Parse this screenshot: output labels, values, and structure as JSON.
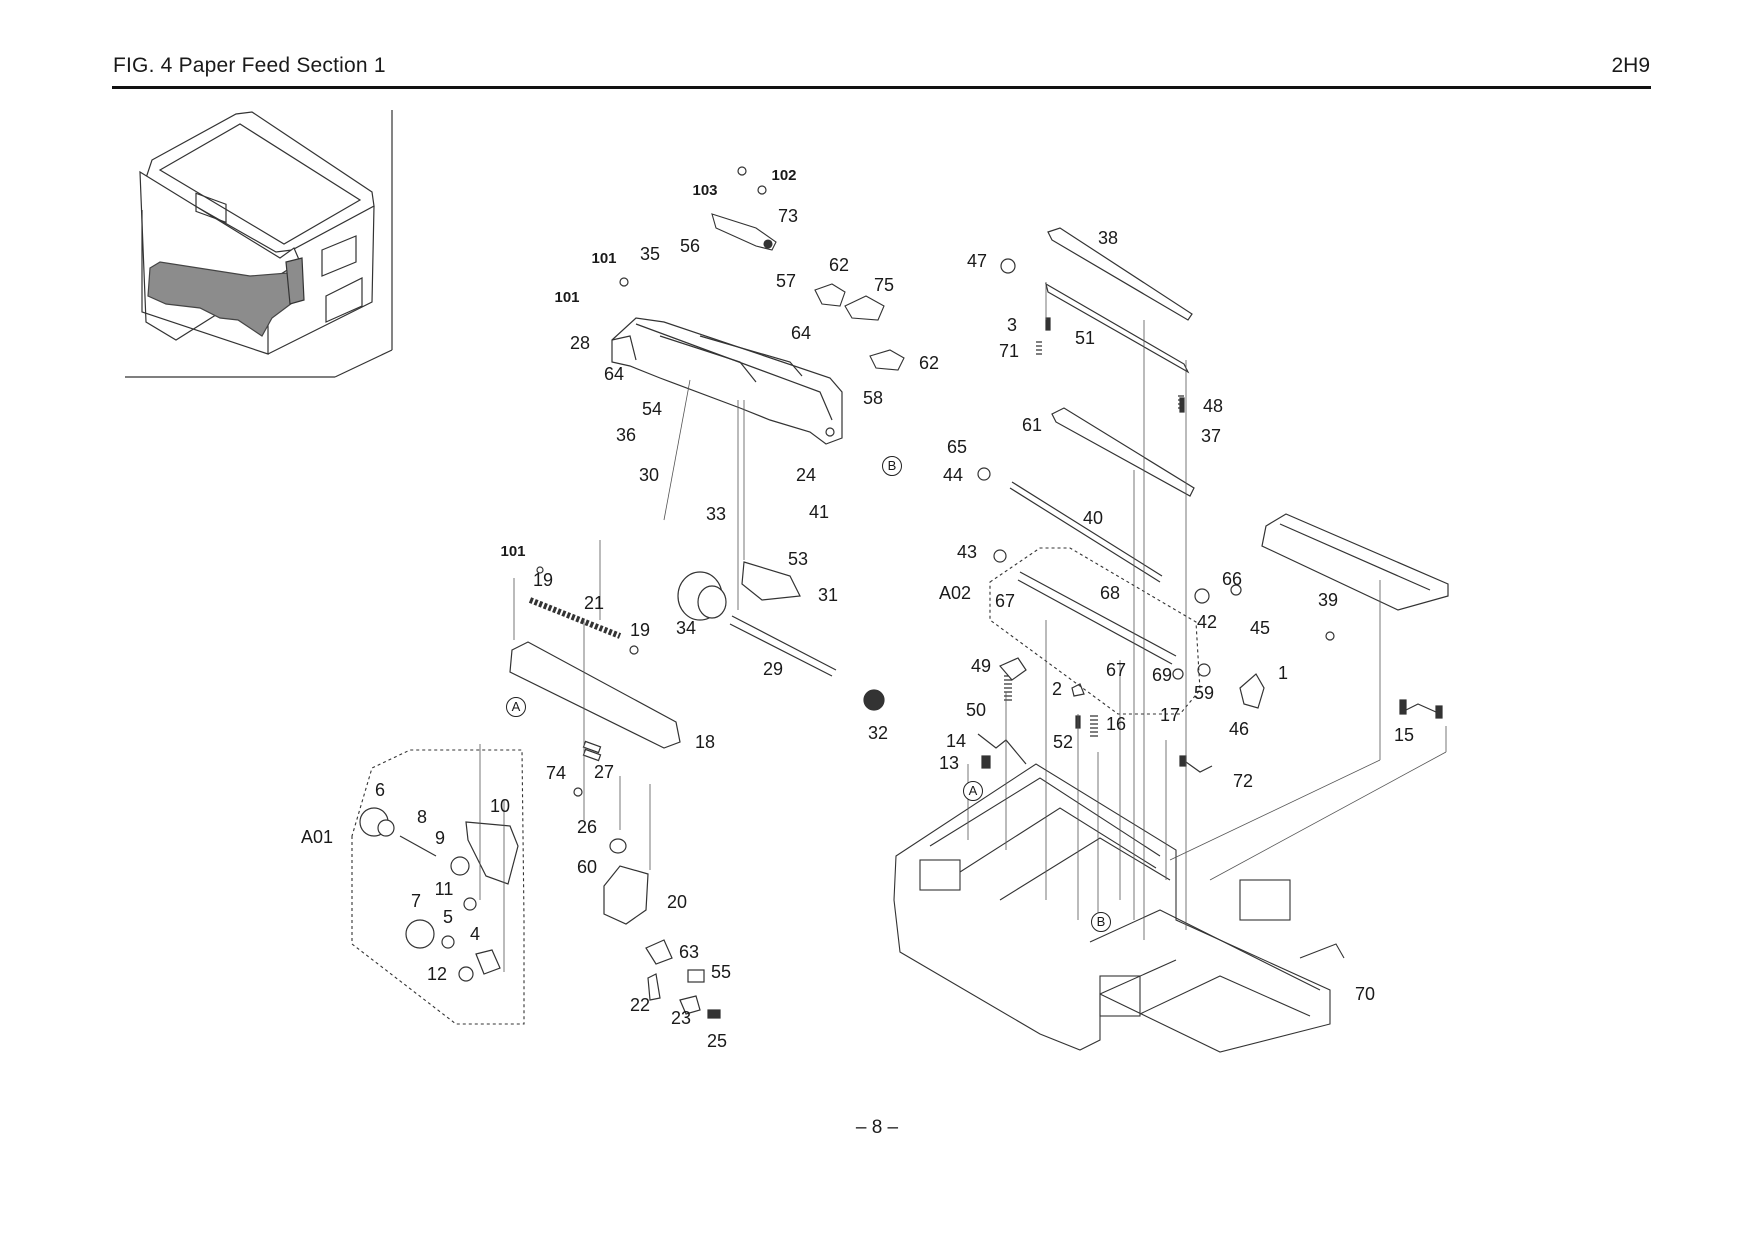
{
  "header": {
    "title": "FIG.  4  Paper Feed Section 1",
    "code": "2H9"
  },
  "footer": {
    "page_number": "– 8 –"
  },
  "thumbnail": {
    "description": "Copier/printer overview with paper feed section highlighted",
    "highlight_color": "#8c8c8c"
  },
  "reference_markers": [
    "A",
    "B"
  ],
  "assemblies": [
    {
      "id": "A01",
      "label": "A01",
      "members": [
        "4",
        "5",
        "6",
        "7",
        "8",
        "9",
        "10",
        "11",
        "12"
      ]
    },
    {
      "id": "A02",
      "label": "A02",
      "members": [
        "67",
        "68",
        "69"
      ]
    }
  ],
  "part_labels": [
    {
      "num": "102",
      "bold": true
    },
    {
      "num": "103",
      "bold": true
    },
    {
      "num": "73"
    },
    {
      "num": "101",
      "bold": true
    },
    {
      "num": "35"
    },
    {
      "num": "56"
    },
    {
      "num": "62"
    },
    {
      "num": "75"
    },
    {
      "num": "57"
    },
    {
      "num": "101",
      "bold": true
    },
    {
      "num": "64"
    },
    {
      "num": "28"
    },
    {
      "num": "62"
    },
    {
      "num": "64"
    },
    {
      "num": "58"
    },
    {
      "num": "54"
    },
    {
      "num": "36"
    },
    {
      "num": "30"
    },
    {
      "num": "24"
    },
    {
      "num": "33"
    },
    {
      "num": "41"
    },
    {
      "num": "53"
    },
    {
      "num": "38"
    },
    {
      "num": "47"
    },
    {
      "num": "3"
    },
    {
      "num": "51"
    },
    {
      "num": "71"
    },
    {
      "num": "48"
    },
    {
      "num": "61"
    },
    {
      "num": "37"
    },
    {
      "num": "65"
    },
    {
      "num": "44"
    },
    {
      "num": "40"
    },
    {
      "num": "43"
    },
    {
      "num": "66"
    },
    {
      "num": "A02"
    },
    {
      "num": "67"
    },
    {
      "num": "68"
    },
    {
      "num": "42"
    },
    {
      "num": "45"
    },
    {
      "num": "39"
    },
    {
      "num": "101",
      "bold": true
    },
    {
      "num": "19"
    },
    {
      "num": "21"
    },
    {
      "num": "31"
    },
    {
      "num": "34"
    },
    {
      "num": "19"
    },
    {
      "num": "29"
    },
    {
      "num": "49"
    },
    {
      "num": "67"
    },
    {
      "num": "69"
    },
    {
      "num": "1"
    },
    {
      "num": "2"
    },
    {
      "num": "59"
    },
    {
      "num": "50"
    },
    {
      "num": "46"
    },
    {
      "num": "18"
    },
    {
      "num": "32"
    },
    {
      "num": "17"
    },
    {
      "num": "52"
    },
    {
      "num": "16"
    },
    {
      "num": "15"
    },
    {
      "num": "14"
    },
    {
      "num": "74"
    },
    {
      "num": "27"
    },
    {
      "num": "13"
    },
    {
      "num": "72"
    },
    {
      "num": "6"
    },
    {
      "num": "10"
    },
    {
      "num": "8"
    },
    {
      "num": "A01"
    },
    {
      "num": "9"
    },
    {
      "num": "26"
    },
    {
      "num": "60"
    },
    {
      "num": "11"
    },
    {
      "num": "20"
    },
    {
      "num": "7"
    },
    {
      "num": "5"
    },
    {
      "num": "4"
    },
    {
      "num": "63"
    },
    {
      "num": "55"
    },
    {
      "num": "12"
    },
    {
      "num": "22"
    },
    {
      "num": "23"
    },
    {
      "num": "25"
    },
    {
      "num": "70"
    }
  ]
}
